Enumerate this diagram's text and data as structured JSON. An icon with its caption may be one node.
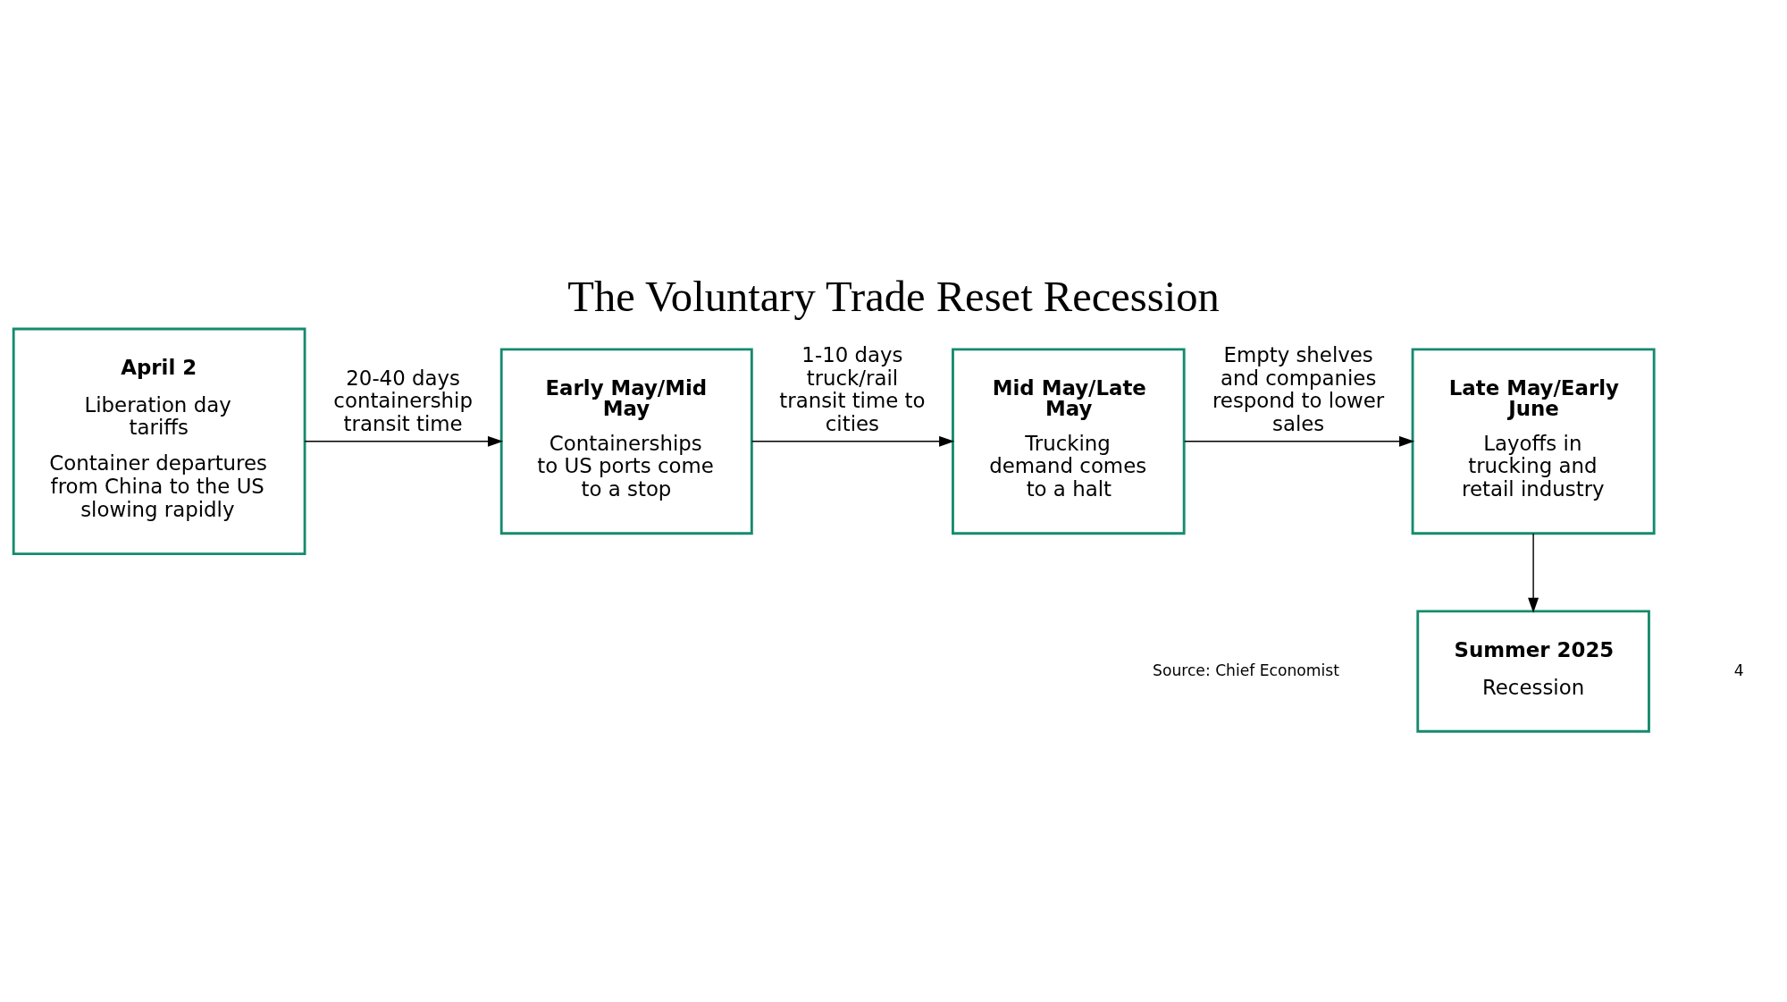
{
  "diagram": {
    "title": "The Voluntary Trade Reset Recession",
    "nodes": [
      {
        "text": [
          "April 2",
          "Liberation day tariffs",
          "Container departures from China to the US slowing rapidly"
        ]
      },
      {
        "text": [
          "Early May/Mid May",
          "Containerships to US ports come to a stop"
        ]
      },
      {
        "text": [
          "Mid May/Late May",
          "Trucking demand comes to a halt"
        ]
      },
      {
        "text": [
          "Late May/Early June",
          "Layoffs in trucking and retail industry"
        ]
      },
      {
        "text": [
          "Summer 2025",
          "Recession"
        ]
      }
    ],
    "edges": [
      {
        "from": 0,
        "to": 1,
        "arrow": "to",
        "label": "20-40 days containership transit time"
      },
      {
        "from": 1,
        "to": 2,
        "arrow": "to",
        "label": "1-10 days truck/rail transit time to cities"
      },
      {
        "from": 2,
        "to": 3,
        "arrow": "to",
        "label": "Empty shelves and companies respond to lower sales"
      },
      {
        "from": 3,
        "to": 4,
        "arrow": "to"
      }
    ],
    "labels": [
      "Source: Chief Economist",
      "4"
    ]
  }
}
